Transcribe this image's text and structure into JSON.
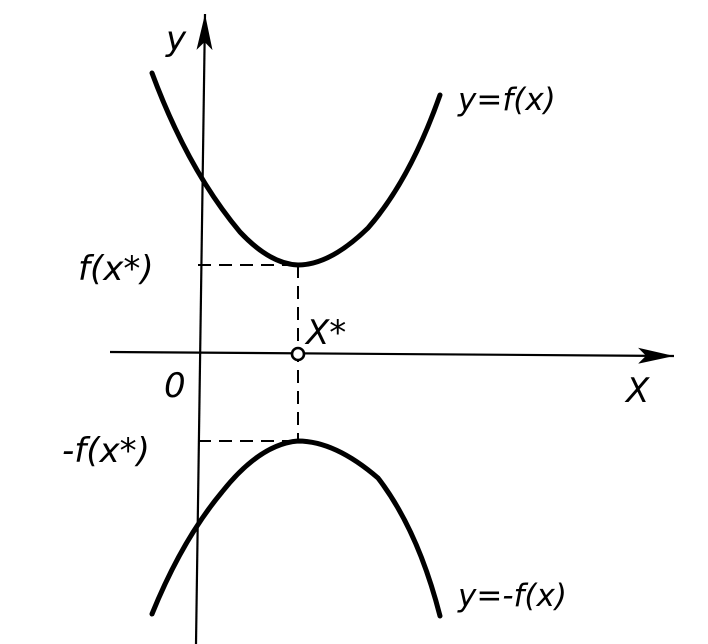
{
  "axes": {
    "y_name": "y",
    "x_name": "X",
    "origin": "0"
  },
  "labels": {
    "upper_curve": "y=f(x)",
    "lower_curve": "y=-f(x)",
    "upper_value": "f(x*)",
    "lower_value": "-f(x*)",
    "critical_point": "X*"
  },
  "colors": {
    "ink": "#000000",
    "background": "#ffffff"
  }
}
